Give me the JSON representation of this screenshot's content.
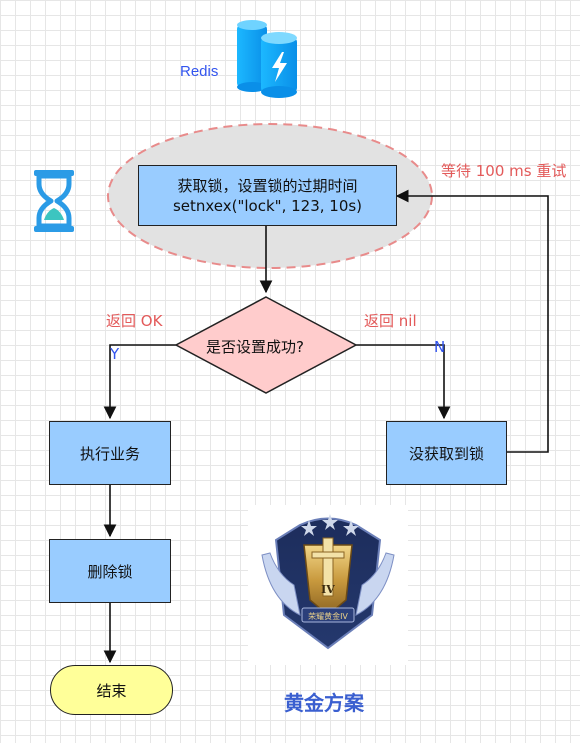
{
  "redis_label": "Redis",
  "acquire": {
    "line1": "获取锁，设置锁的过期时间",
    "line2": "setnxex(\"lock\", 123, 10s)"
  },
  "decision": "是否设置成功?",
  "labels": {
    "return_ok": "返回 OK",
    "return_nil": "返回 nil",
    "yes": "Y",
    "no": "N",
    "retry": "等待 100 ms 重试"
  },
  "steps": {
    "execute": "执行业务",
    "delete_lock": "删除锁",
    "end": "结束",
    "not_acquired": "没获取到锁"
  },
  "badge": {
    "caption": "黄金方案",
    "text": "荣耀黄金IV",
    "roman": "IV"
  },
  "colors": {
    "box_fill": "#99ccff",
    "decision_fill": "#ffcccc",
    "end_fill": "#ffff99",
    "ellipse_border": "#e88b8b",
    "label_red": "#e35a5a",
    "label_blue": "#3355ee",
    "redis_blue": "#1aaaff",
    "hourglass": "#2b9be6"
  }
}
